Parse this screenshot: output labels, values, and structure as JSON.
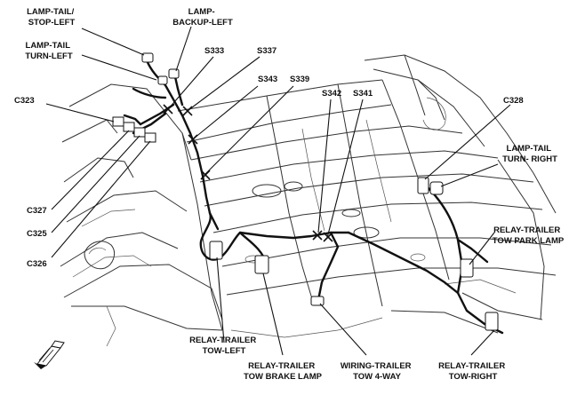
{
  "labels": {
    "lamp_tail_stop_left": [
      "LAMP-TAIL/",
      "STOP-LEFT"
    ],
    "lamp_backup_left": [
      "LAMP-",
      "BACKUP-LEFT"
    ],
    "lamp_tail_turn_left": [
      "LAMP-TAIL",
      "TURN-LEFT"
    ],
    "s333": "S333",
    "s337": "S337",
    "s343": "S343",
    "s339": "S339",
    "s342": "S342",
    "s341": "S341",
    "c323": "C323",
    "c327": "C327",
    "c325": "C325",
    "c326": "C326",
    "c328": "C328",
    "lamp_tail_turn_right": [
      "LAMP-TAIL",
      "TURN- RIGHT"
    ],
    "relay_trailer_tow_park_lamp": [
      "RELAY-TRAILER",
      "TOW PARK LAMP"
    ],
    "relay_trailer_tow_left": [
      "RELAY-TRAILER",
      "TOW-LEFT"
    ],
    "relay_trailer_tow_brake_lamp": [
      "RELAY-TRAILER",
      "TOW BRAKE LAMP"
    ],
    "wiring_trailer_tow_4way": [
      "WIRING-TRAILER",
      "TOW 4-WAY"
    ],
    "relay_trailer_tow_right": [
      "RELAY-TRAILER",
      "TOW-RIGHT"
    ]
  }
}
